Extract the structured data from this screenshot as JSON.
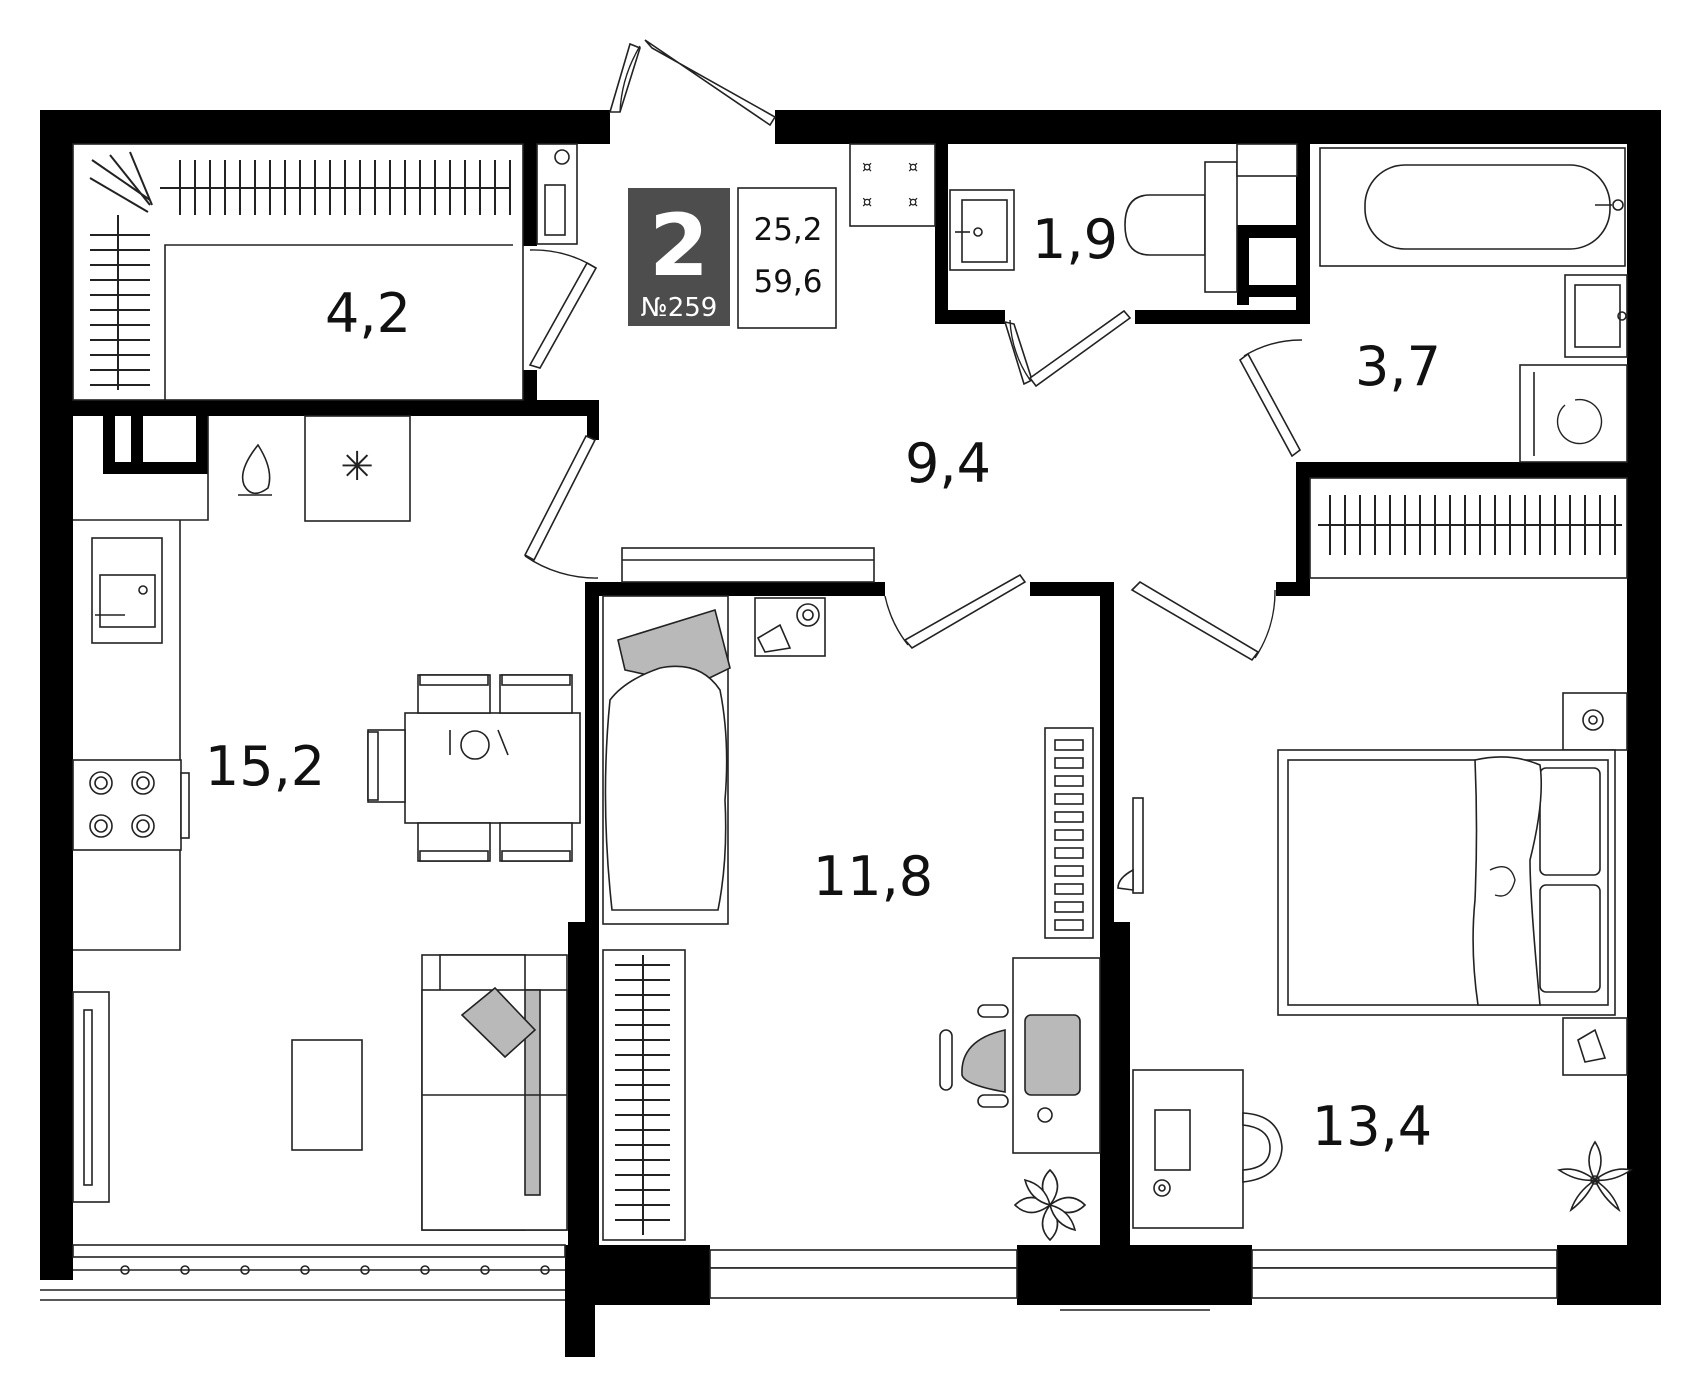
{
  "apartment": {
    "rooms_count": "2",
    "number_label": "№259",
    "living_area": "25,2",
    "total_area": "59,6"
  },
  "rooms": [
    {
      "id": "wardrobe",
      "area": "4,2"
    },
    {
      "id": "bathroom-wc",
      "area": "1,9"
    },
    {
      "id": "bathroom",
      "area": "3,7"
    },
    {
      "id": "hallway",
      "area": "9,4"
    },
    {
      "id": "kitchen-living",
      "area": "15,2"
    },
    {
      "id": "bedroom-small",
      "area": "11,8"
    },
    {
      "id": "bedroom-large",
      "area": "13,4"
    }
  ],
  "colors": {
    "wall": "#000000",
    "badge": "#4d4d4d",
    "furniture_fill": "#b9b9b9"
  }
}
